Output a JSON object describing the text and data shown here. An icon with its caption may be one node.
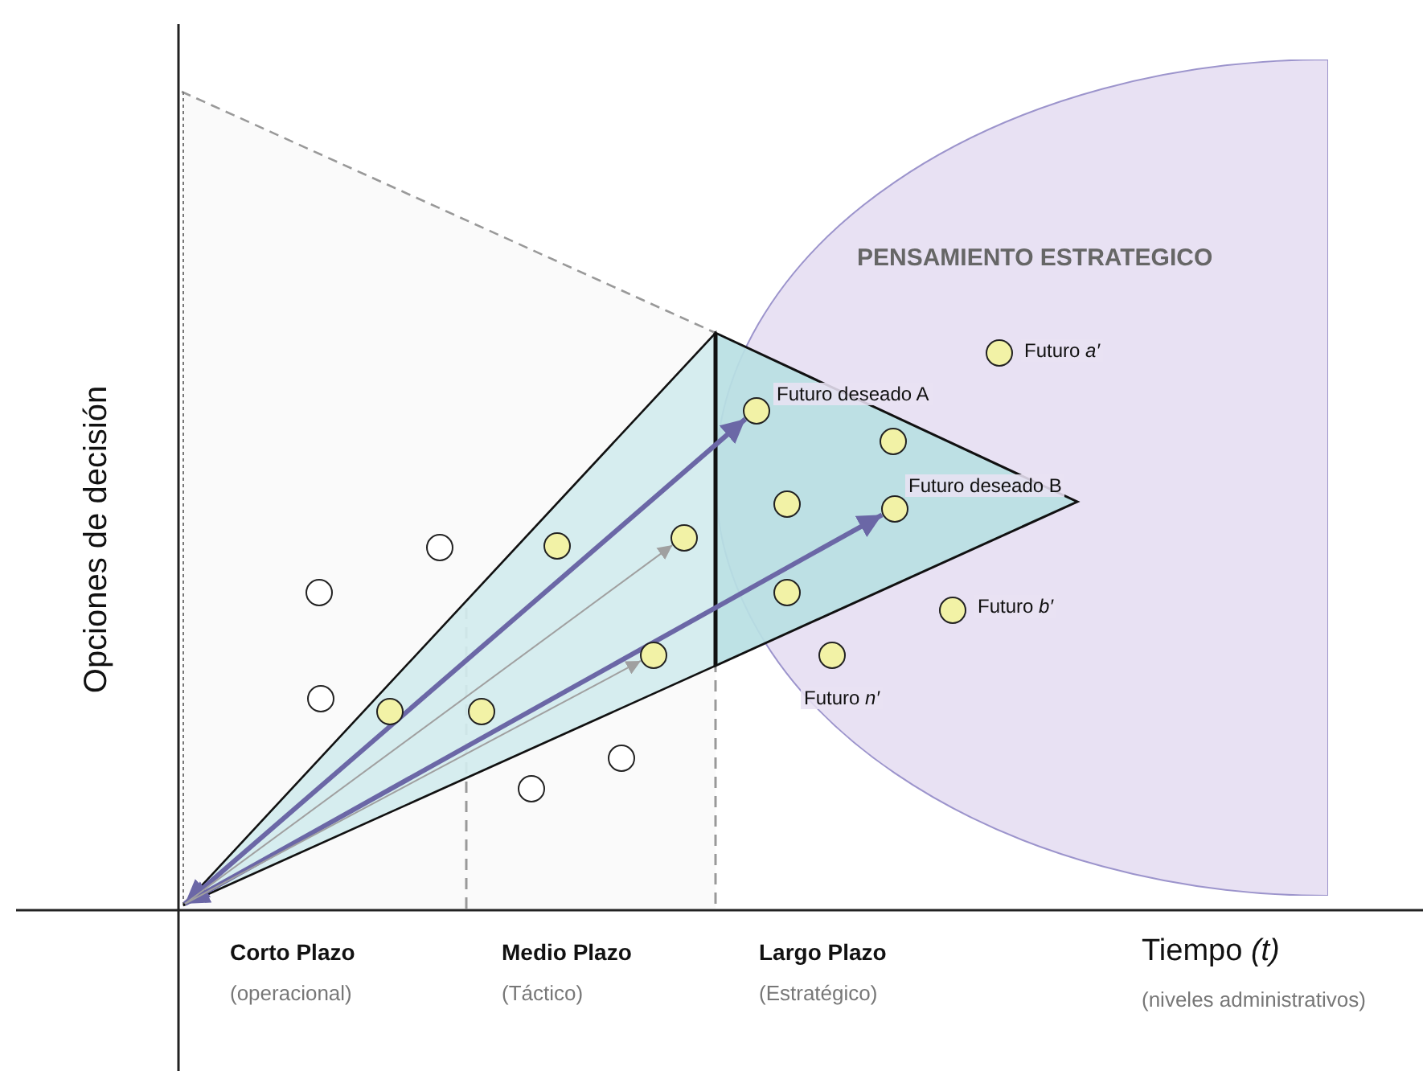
{
  "diagram": {
    "nodes": [
      {
        "text": [
          "PENSAMIENTO ESTRATEGICO"
        ]
      },
      {
        "text": [],
        "shape": "circle",
        "in": 0,
        "beside": [
          "Futuro *a′*"
        ]
      },
      {
        "text": [],
        "shape": "circle",
        "in": 0,
        "beside": [
          "Futuro deseado A"
        ]
      },
      {
        "text": [],
        "shape": "circle",
        "in": 0
      },
      {
        "text": [],
        "shape": "circle",
        "in": 0
      },
      {
        "text": [],
        "shape": "circle",
        "in": 0,
        "beside": [
          "Futuro deseado B"
        ]
      },
      {
        "text": [],
        "shape": "circle"
      },
      {
        "text": [],
        "shape": "circle"
      },
      {
        "text": [],
        "shape": "circle"
      },
      {
        "text": [],
        "shape": "circle"
      },
      {
        "text": [],
        "shape": "circle",
        "in": 0
      },
      {
        "text": [],
        "shape": "circle",
        "in": 0,
        "beside": [
          "Futuro *b′*"
        ]
      },
      {
        "text": [],
        "shape": "circle"
      },
      {
        "text": [],
        "shape": "circle",
        "in": 0,
        "beside": [
          "Futuro *n′*"
        ]
      },
      {
        "text": [],
        "shape": "circle"
      },
      {
        "text": [],
        "shape": "circle"
      },
      {
        "text": [],
        "shape": "circle"
      },
      {
        "text": [],
        "shape": "circle"
      },
      {
        "text": [],
        "shape": "circle"
      }
    ],
    "edges": [
      {
        "from": null,
        "to": 2,
        "arrow": "both",
        "style": "thick",
        "color": "#6b67a6"
      },
      {
        "from": null,
        "to": 5,
        "arrow": "both",
        "style": "thick",
        "color": "#6b67a6"
      },
      {
        "from": null,
        "to": 6,
        "arrow": "to",
        "color": "#a0a0a0"
      },
      {
        "from": null,
        "to": 12,
        "arrow": "to",
        "color": "#a0a0a0"
      }
    ],
    "labels": [
      "Opciones de decisión",
      "Corto Plazo",
      "(operacional)",
      "Medio Plazo",
      "(Táctico)",
      "Largo Plazo",
      "(Estratégico)",
      "Tiempo *(t)*",
      "(niveles administrativos)"
    ]
  }
}
